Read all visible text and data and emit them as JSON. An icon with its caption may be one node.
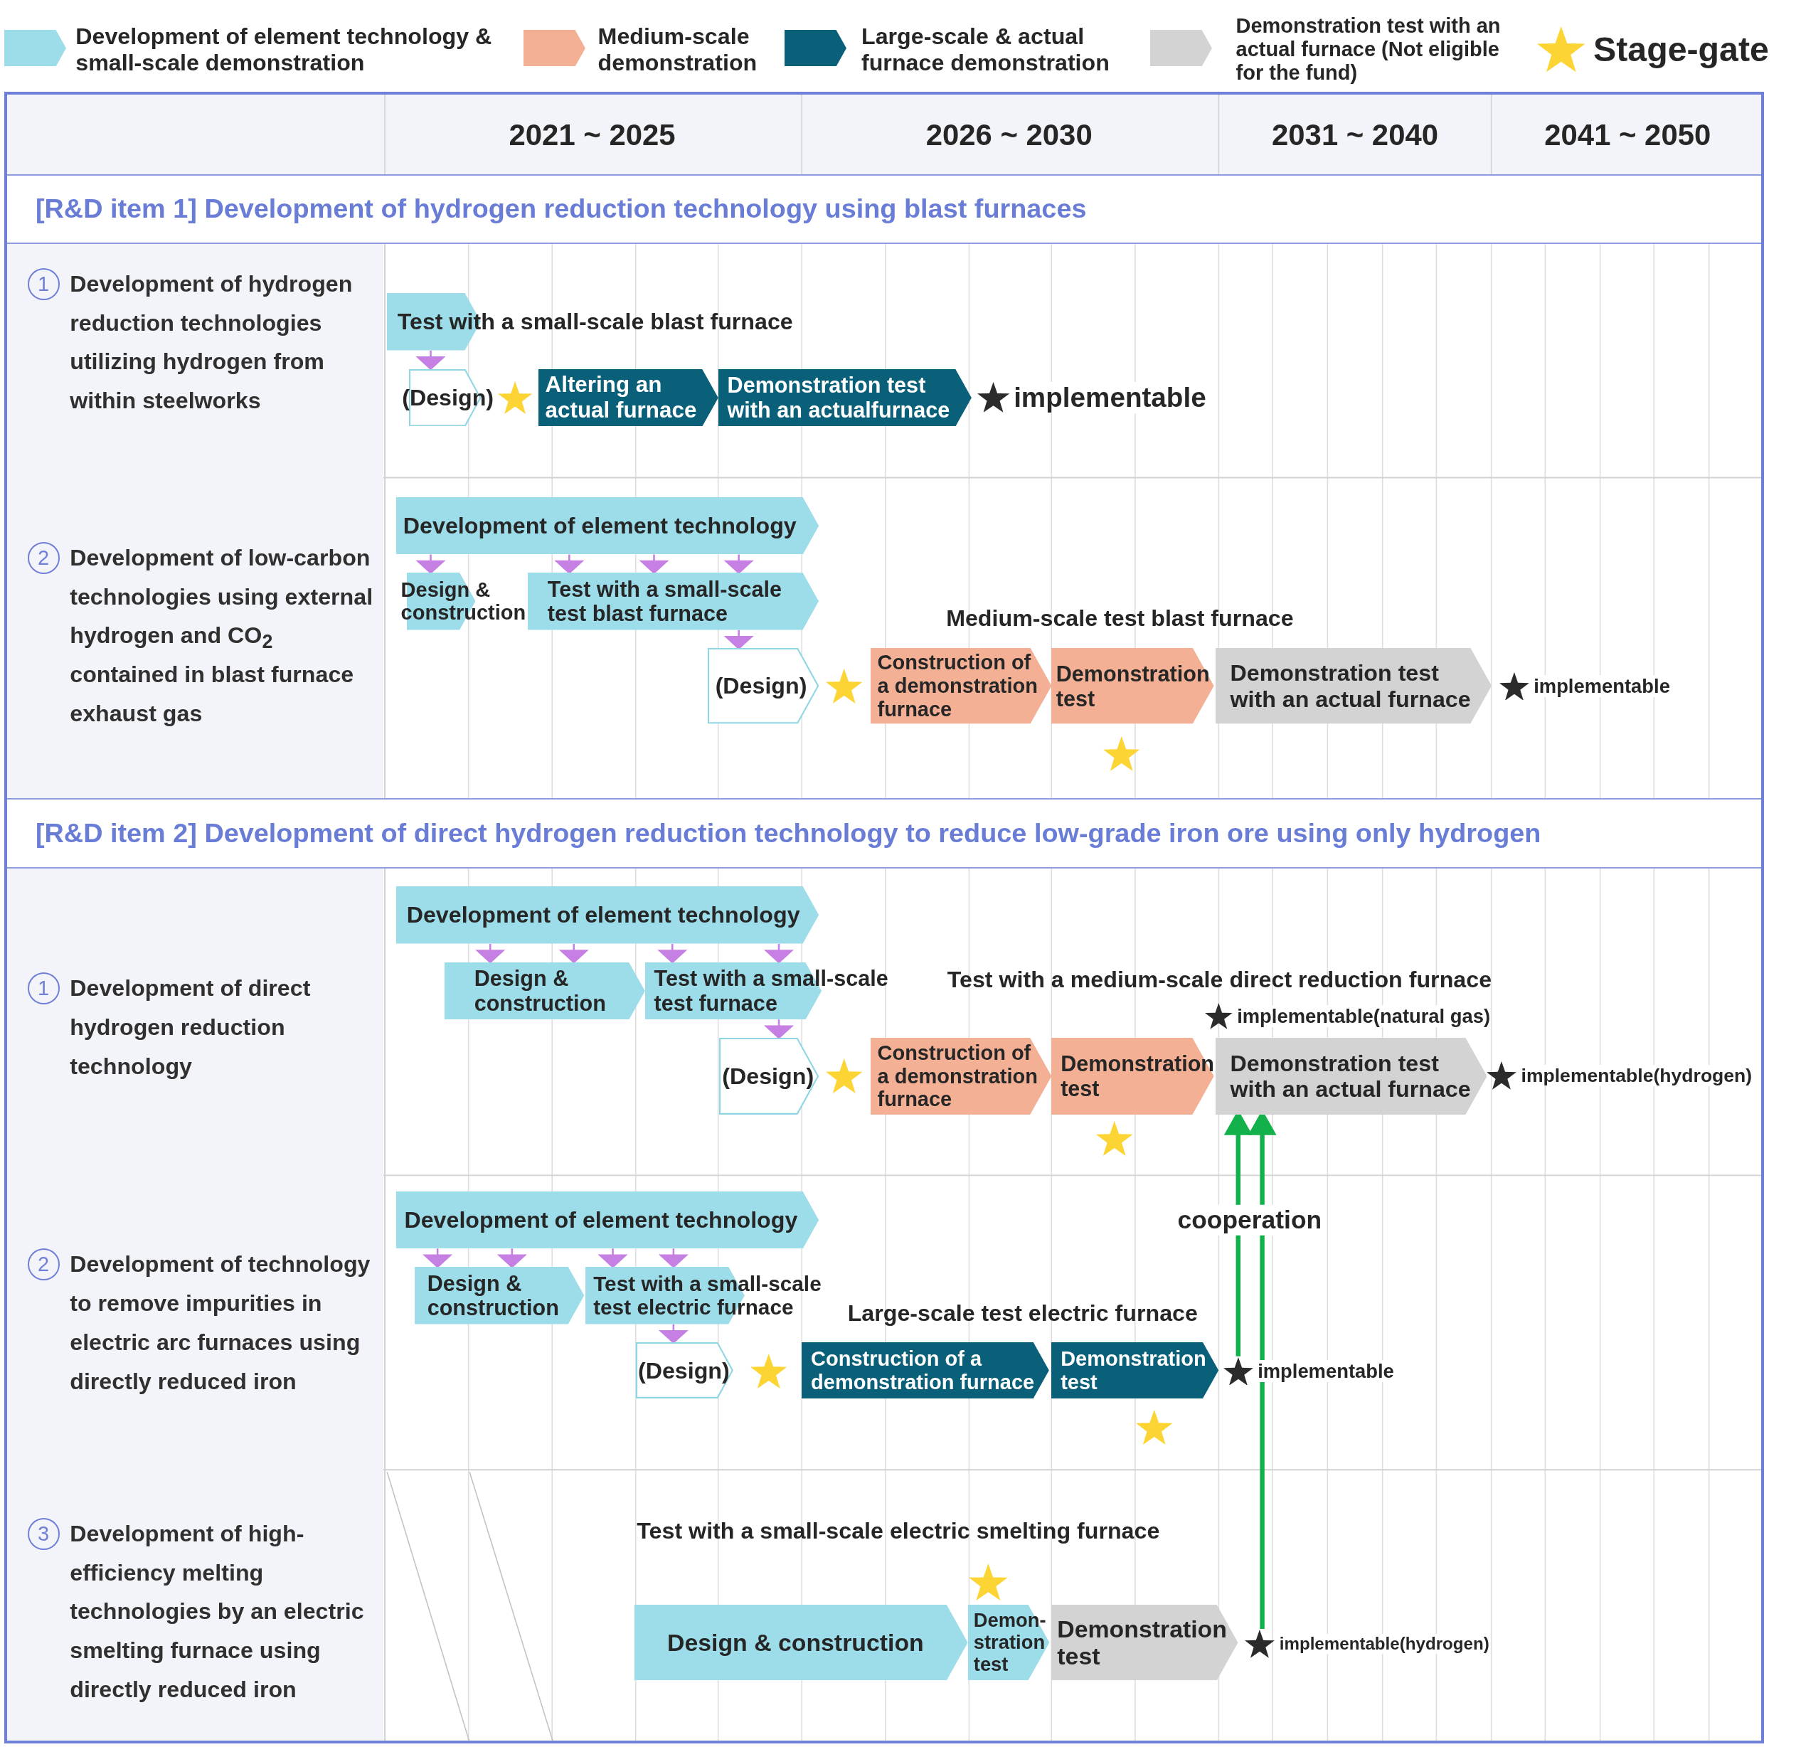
{
  "diagram": {
    "nodes": [
      {
        "text": [
          "[R&D item 1] Development of hydrogen reduction technology using blast furnaces"
        ]
      },
      {
        "text": [
          "1",
          "Development of hydrogen reduction technologies utilizing hydrogen from within steelworks"
        ]
      },
      {
        "text": [
          "Test with a small-scale blast furnace"
        ]
      },
      {
        "text": [
          "(Design)"
        ]
      },
      {
        "text": [],
        "shape": "star"
      },
      {
        "text": [
          "Altering an actual furnace"
        ]
      },
      {
        "text": [
          "Demonstration test with an actualfurnace"
        ]
      },
      {
        "text": [
          "implementable"
        ]
      },
      {
        "text": [
          "2",
          "Development of low-carbon technologies using external hydrogen and CO$_{2}$ contained in blast furnace exhaust gas"
        ]
      },
      {
        "text": [
          "Development of element technology"
        ]
      },
      {
        "text": [
          "Design & construction"
        ]
      },
      {
        "text": [
          "Test with a small-scale test blast furnace"
        ]
      },
      {
        "text": [
          "(Design)"
        ]
      },
      {
        "text": [],
        "shape": "star"
      },
      {
        "text": [
          "Construction of a demonstration furnace"
        ]
      },
      {
        "text": [
          "Demonstration test"
        ]
      },
      {
        "text": [
          "Demonstration test with an actual furnace"
        ]
      },
      {
        "text": [
          "implementable"
        ]
      },
      {
        "text": [],
        "shape": "star"
      },
      {
        "text": [
          "[R&D item 2] Development of direct hydrogen reduction technology to reduce low-grade iron ore using only hydrogen"
        ]
      },
      {
        "text": [
          "1",
          "Development of direct hydrogen reduction technology"
        ]
      },
      {
        "text": [
          "Development of element technology"
        ]
      },
      {
        "text": [
          "Design & construction"
        ]
      },
      {
        "text": [
          "Test with a small-scale test furnace"
        ]
      },
      {
        "text": [
          "implementable(natural gas)"
        ]
      },
      {
        "text": [
          "(Design)"
        ]
      },
      {
        "text": [],
        "shape": "star"
      },
      {
        "text": [
          "Construction of a demonstration furnace"
        ]
      },
      {
        "text": [
          "Demonstration test"
        ]
      },
      {
        "text": [
          "Demonstration test with an actual furnace"
        ]
      },
      {
        "text": [
          "implementable(hydrogen)"
        ]
      },
      {
        "text": [],
        "shape": "star"
      },
      {
        "text": [
          "2",
          "Development of technology to remove impurities in electric arc furnaces using directly reduced iron"
        ]
      },
      {
        "text": [
          "Development of element technology"
        ]
      },
      {
        "text": [
          "Design & construction"
        ]
      },
      {
        "text": [
          "Test with a small-scale test electric furnace"
        ]
      },
      {
        "text": [
          "(Design)"
        ]
      },
      {
        "text": [],
        "shape": "star"
      },
      {
        "text": [
          "Construction of a demonstration furnace"
        ]
      },
      {
        "text": [
          "Demonstration test"
        ]
      },
      {
        "text": [
          "implementable"
        ]
      },
      {
        "text": [],
        "shape": "star"
      },
      {
        "text": [
          "3",
          "Development of high-efficiency melting technologies by an electric smelting furnace using directly reduced iron"
        ]
      },
      {
        "text": [],
        "shape": "star"
      },
      {
        "text": [
          "Design & construction"
        ]
      },
      {
        "text": [
          "Demon- stration test"
        ]
      },
      {
        "text": [
          "Demonstration test"
        ]
      },
      {
        "text": [
          "implementable(hydrogen)"
        ]
      }
    ],
    "edges": [
      {
        "from": 2,
        "to": 3,
        "arrow": "to"
      },
      {
        "from": 9,
        "to": 10,
        "arrow": "to"
      },
      {
        "from": 9,
        "to": 11,
        "arrow": "to"
      },
      {
        "from": 9,
        "to": 11,
        "arrow": "to"
      },
      {
        "from": 9,
        "to": 11,
        "arrow": "to"
      },
      {
        "from": 11,
        "to": 12,
        "arrow": "to"
      },
      {
        "from": 21,
        "to": 22,
        "arrow": "to"
      },
      {
        "from": 21,
        "to": 22,
        "arrow": "to"
      },
      {
        "from": 21,
        "to": 23,
        "arrow": "to"
      },
      {
        "from": 21,
        "to": 23,
        "arrow": "to"
      },
      {
        "from": 23,
        "to": 25,
        "arrow": "to"
      },
      {
        "from": 33,
        "to": 34,
        "arrow": "to"
      },
      {
        "from": 33,
        "to": 34,
        "arrow": "to"
      },
      {
        "from": 33,
        "to": 35,
        "arrow": "to"
      },
      {
        "from": 33,
        "to": 35,
        "arrow": "to"
      },
      {
        "from": 35,
        "to": 36,
        "arrow": "to"
      },
      {
        "from": 40,
        "to": 29,
        "arrow": "to",
        "label": "cooperation",
        "style": "thick",
        "color": "#12b14b"
      },
      {
        "from": 47,
        "to": 29,
        "arrow": "to",
        "style": "thick",
        "color": "#12b14b"
      }
    ],
    "labels": [
      "2021 ~ 2025",
      "2026 ~ 2030",
      "2031 ~ 2040",
      "2041 ~ 2050",
      "Medium-scale test blast furnace",
      "Test with a medium-scale direct reduction furnace",
      "Large-scale test electric furnace",
      "Test with a small-scale electric smelting furnace"
    ],
    "legend": [
      {
        "text": "Development of element technology & small-scale demonstration",
        "color": "#9cdde9"
      },
      {
        "text": "Medium-scale demonstration",
        "color": "#f3b094"
      },
      {
        "text": "Large-scale & actual furnace demonstration",
        "color": "#0b6079"
      },
      {
        "text": "Demonstration test with an actual furnace (Not eligible for the fund)",
        "color": "#d3d3d3"
      },
      {
        "text": "Stage-gate"
      }
    ]
  }
}
